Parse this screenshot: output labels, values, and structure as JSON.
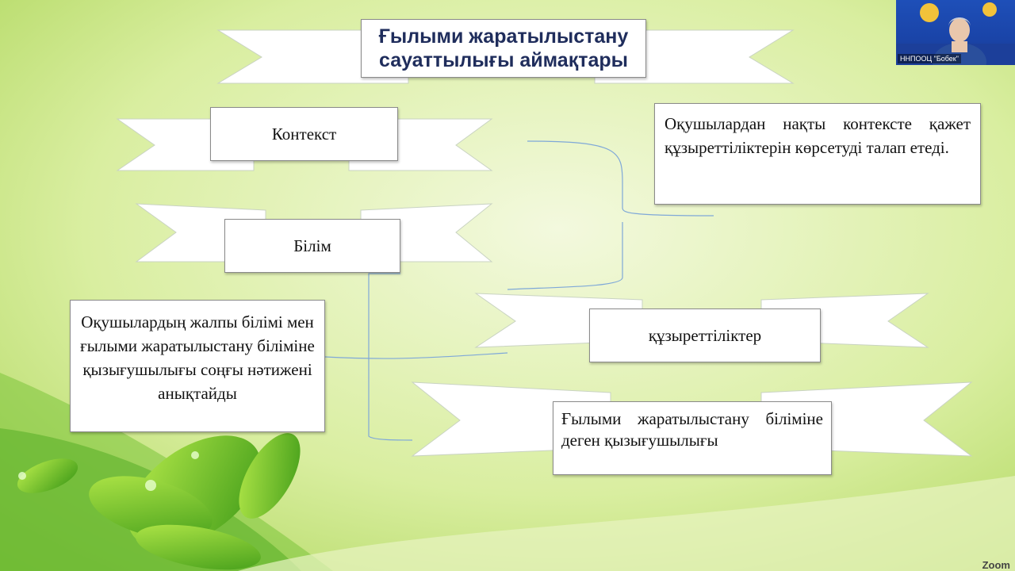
{
  "slide": {
    "title": "Ғылыми жаратылыстану сауаттылығы аймақтары",
    "nodes": {
      "context": "Контекст",
      "knowledge": "Білім",
      "competencies": "құзыреттіліктер",
      "interest": "Ғылыми жаратылыстану біліміне деген қызығушылығы",
      "context_desc": "Оқушылардан нақты контексте қажет құзыреттіліктерін көрсетуді талап етеді.",
      "interest_desc": "Оқушылардың жалпы білімі мен ғылыми жаратылыстану біліміне қызығушылығы соңғы нәтижені анықтайды"
    }
  },
  "video": {
    "participant_label": "ННПООЦ \"Бобек\""
  },
  "watermark": "Zoom",
  "colors": {
    "background_light": "#eef7d2",
    "background_green": "#9fd24a",
    "title_text": "#1f2d5c",
    "connector": "#7fa8d8"
  }
}
